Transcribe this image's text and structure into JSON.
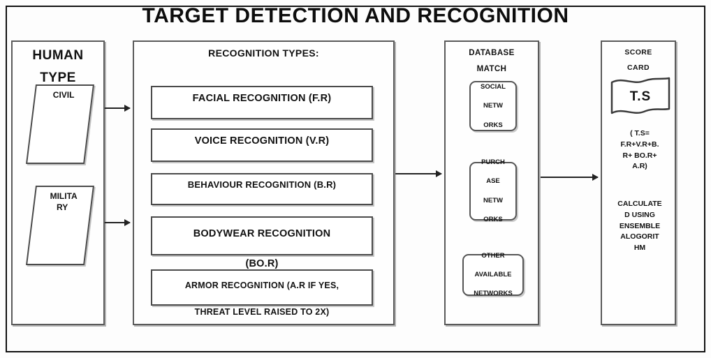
{
  "title": "TARGET DETECTION AND RECOGNITION",
  "columns": {
    "human_type": {
      "title_line1": "HUMAN",
      "title_line2": "TYPE",
      "items": [
        {
          "label": "CIVIL"
        },
        {
          "label_line1": "MILITA",
          "label_line2": "RY"
        }
      ]
    },
    "recognition": {
      "title": "RECOGNITION TYPES:",
      "items": [
        {
          "label": "FACIAL RECOGNITION (F.R)"
        },
        {
          "label": "VOICE RECOGNITION (V.R)"
        },
        {
          "label": "BEHAVIOUR RECOGNITION (B.R)"
        },
        {
          "label_line1": "BODYWEAR RECOGNITION",
          "label_line2": "(BO.R)"
        },
        {
          "label_line1": "ARMOR RECOGNITION (A.R IF YES,",
          "label_line2": "THREAT LEVEL RAISED TO 2X)"
        }
      ]
    },
    "database": {
      "title_line1": "DATABASE",
      "title_line2": "MATCH",
      "items": [
        {
          "line1": "SOCIAL",
          "line2": "NETW",
          "line3": "ORKS"
        },
        {
          "line1": "PURCH",
          "line2": "ASE",
          "line3": "NETW",
          "line4": "ORKS"
        },
        {
          "line1": "OTHER",
          "line2": "AVAILABLE",
          "line3": "NETWORKS"
        }
      ]
    },
    "score_card": {
      "title_line1": "SCORE",
      "title_line2": "CARD",
      "flag_label": "T.S",
      "formula_line1": "( T.S=",
      "formula_line2": "F.R+V.R+B.",
      "formula_line3": "R+ BO.R+",
      "formula_line4": "A.R)",
      "method_line1": "CALCULATE",
      "method_line2": "D USING",
      "method_line3": "ENSEMBLE",
      "method_line4": "ALOGORIT",
      "method_line5": "HM"
    }
  },
  "colors": {
    "frame": "#111111",
    "box_border": "#4a4a4a",
    "background": "#fdfdfd",
    "text": "#111111"
  }
}
